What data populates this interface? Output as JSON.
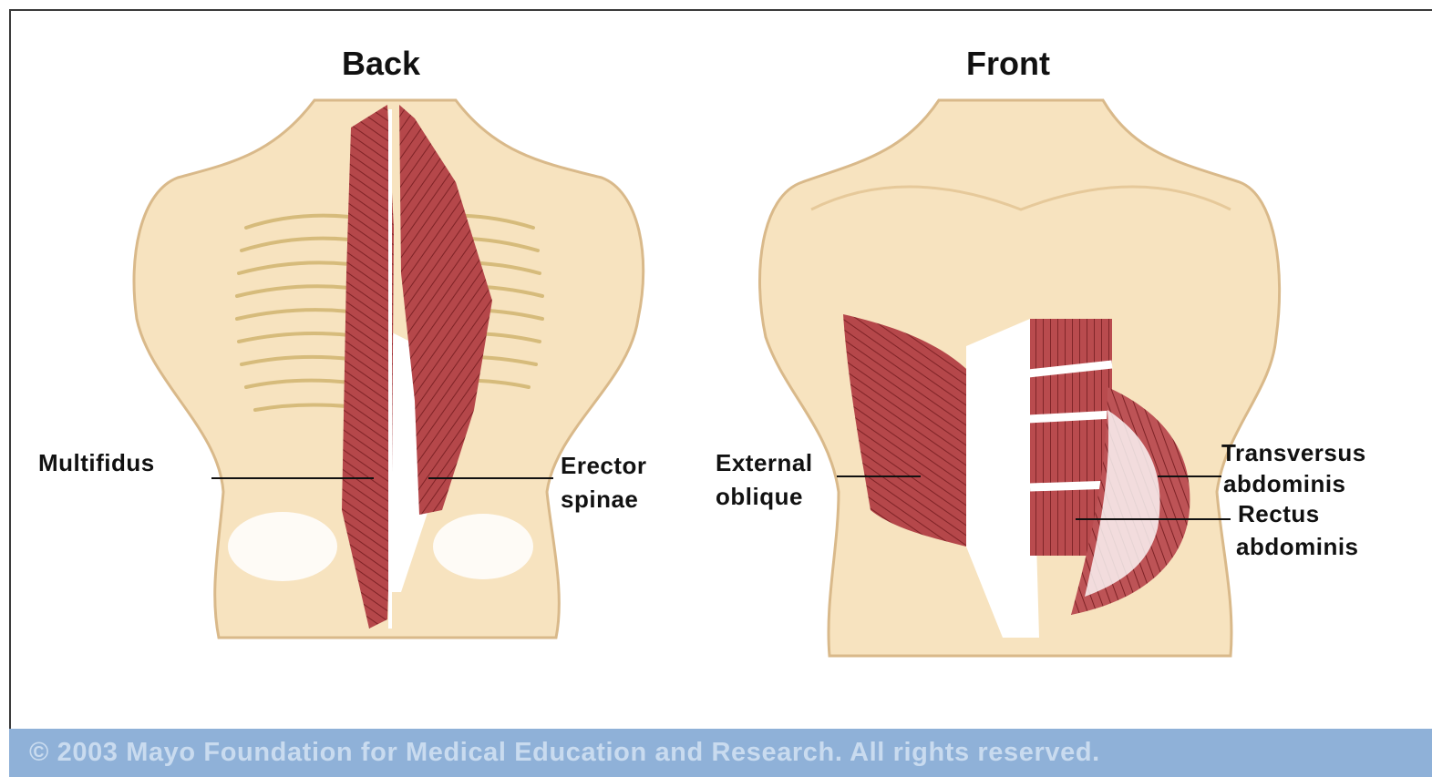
{
  "figure": {
    "panels": [
      {
        "title": "Back"
      },
      {
        "title": "Front"
      }
    ],
    "labels": {
      "multifidus": "Multifidus",
      "erector_line1": "Erector",
      "erector_line2": "spinae",
      "external_line1": "External",
      "external_line2": "oblique",
      "transversus_line1": "Transversus",
      "transversus_line2": "abdominis",
      "rectus_line1": "Rectus",
      "rectus_line2": "abdominis"
    },
    "copyright": "© 2003 Mayo Foundation for Medical Education and Research. All rights reserved."
  },
  "colors": {
    "skin": "#f7e3bf",
    "skin_outline": "#d9b98a",
    "muscle": "#b5474a",
    "muscle_dark": "#7e2326",
    "fascia": "#ffffff",
    "footer_band": "#8fb1d8",
    "footer_text": "#c9dbef"
  }
}
